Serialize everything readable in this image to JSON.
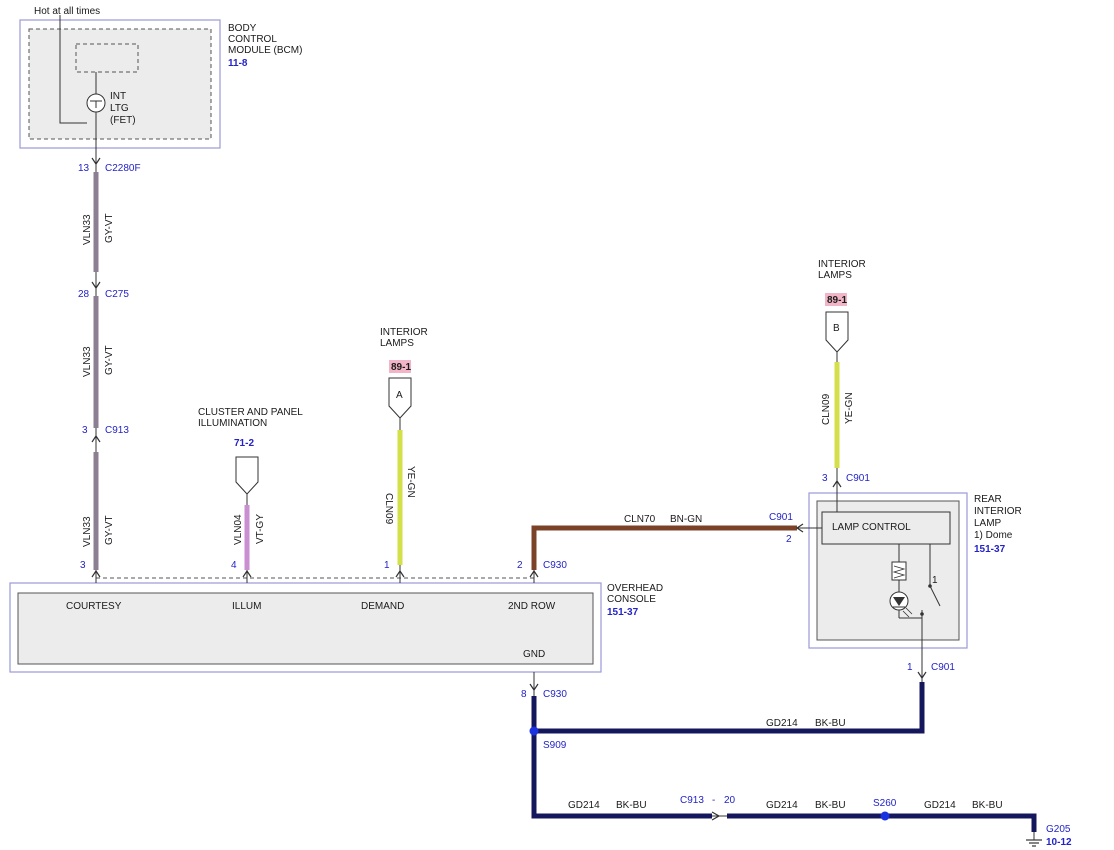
{
  "colors": {
    "gy_vt": "#8c7f92",
    "vt_gy": "#c98fd0",
    "ye_gn": "#d3e04a",
    "bn_gn": "#7a4328",
    "bk_bu": "#14175c",
    "pin_text": "#2323c8",
    "splice": "#1a32e0",
    "tag_bg": "#f2b5c8"
  },
  "power": {
    "label": "Hot at all times"
  },
  "bcm": {
    "name_lines": [
      "BODY",
      "CONTROL",
      "MODULE (BCM)"
    ],
    "ref": "11-8",
    "fet_lines": [
      "INT",
      "LTG",
      "(FET)"
    ]
  },
  "connectors": {
    "c2280f": {
      "pin": "13",
      "name": "C2280F"
    },
    "c275": {
      "pin": "28",
      "name": "C275"
    },
    "c913": {
      "pin": "3",
      "name": "C913"
    },
    "c913_inline": {
      "name": "C913",
      "sep": "-",
      "pin": "20"
    }
  },
  "wires": {
    "vln33": {
      "circuit": "VLN33",
      "color": "GY-VT"
    },
    "vln04": {
      "circuit": "VLN04",
      "color": "VT-GY"
    },
    "cln09_left": {
      "circuit": "CLN09",
      "color": "YE-GN"
    },
    "cln09_right": {
      "circuit": "CLN09",
      "color": "YE-GN"
    },
    "cln70": {
      "circuit": "CLN70",
      "color": "BN-GN"
    },
    "gd214": {
      "circuit": "GD214",
      "color": "BK-BU"
    }
  },
  "cluster_ref": {
    "lines": [
      "CLUSTER AND PANEL",
      "ILLUMINATION"
    ],
    "ref": "71-2"
  },
  "interior_lamps_a": {
    "lines": [
      "INTERIOR",
      "LAMPS"
    ],
    "ref": "89-1",
    "letter": "A"
  },
  "interior_lamps_b": {
    "lines": [
      "INTERIOR",
      "LAMPS"
    ],
    "ref": "89-1",
    "letter": "B"
  },
  "overhead_console": {
    "name_lines": [
      "OVERHEAD",
      "CONSOLE"
    ],
    "ref": "151-37",
    "connector": "C930",
    "pins": [
      {
        "num": "3",
        "label": "COURTESY"
      },
      {
        "num": "4",
        "label": "ILLUM"
      },
      {
        "num": "1",
        "label": "DEMAND"
      },
      {
        "num": "2",
        "label": "2ND ROW"
      }
    ],
    "gnd_label": "GND",
    "gnd_pin": "8"
  },
  "rear_lamp": {
    "name_lines": [
      "REAR",
      "INTERIOR",
      "LAMP",
      "1) Dome"
    ],
    "ref": "151-37",
    "connector": "C901",
    "pin_top": "3",
    "pin_side": "2",
    "pin_bottom": "1",
    "control_label": "LAMP CONTROL",
    "switch_label": "1"
  },
  "splices": {
    "s909": {
      "name": "S909"
    },
    "s260": {
      "name": "S260"
    }
  },
  "ground": {
    "name": "G205",
    "ref": "10-12"
  }
}
